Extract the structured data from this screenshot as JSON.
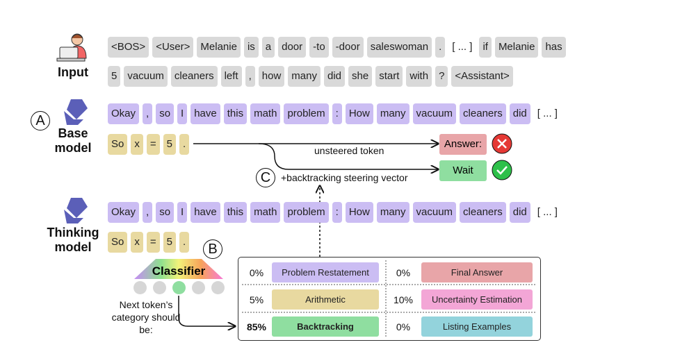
{
  "labels": {
    "input": "Input",
    "base": "Base model",
    "thinking": "Thinking model",
    "A": "A",
    "B": "B",
    "C": "C"
  },
  "input_row1": [
    "<BOS>",
    "<User>",
    "Melanie",
    "is",
    "a",
    "door",
    "-to",
    "-door",
    "saleswoman",
    ".",
    "[ ... ]",
    "if",
    "Melanie",
    "has"
  ],
  "input_row2": [
    "5",
    "vacuum",
    "cleaners",
    "left",
    ",",
    "how",
    "many",
    "did",
    "she",
    "start",
    "with",
    "?",
    "<Assistant>"
  ],
  "model_row1": [
    "Okay",
    ",",
    "so",
    "I",
    "have",
    "this",
    "math",
    "problem",
    ":",
    "How",
    "many",
    "vacuum",
    "cleaners",
    "did",
    "[ ... ]"
  ],
  "model_row2": [
    "So",
    "x",
    "=",
    "5",
    "."
  ],
  "outputs": {
    "answer": "Answer:",
    "wait": "Wait",
    "unsteered": "unsteered token",
    "steering": "+backtracking steering vector"
  },
  "classifier": {
    "title": "Classifier",
    "caption": "Next token’s category should be:"
  },
  "categories": [
    {
      "pct": "0%",
      "name": "Problem Restatement",
      "color": "#cbbdf3"
    },
    {
      "pct": "0%",
      "name": "Final Answer",
      "color": "#e8a5a8"
    },
    {
      "pct": "5%",
      "name": "Arithmetic",
      "color": "#e8d9a0"
    },
    {
      "pct": "10%",
      "name": "Uncertainty Estimation",
      "color": "#f3a6d6"
    },
    {
      "pct": "85%",
      "name": "Backtracking",
      "color": "#8fdea0"
    },
    {
      "pct": "0%",
      "name": "Listing Examples",
      "color": "#93d3dc"
    }
  ]
}
